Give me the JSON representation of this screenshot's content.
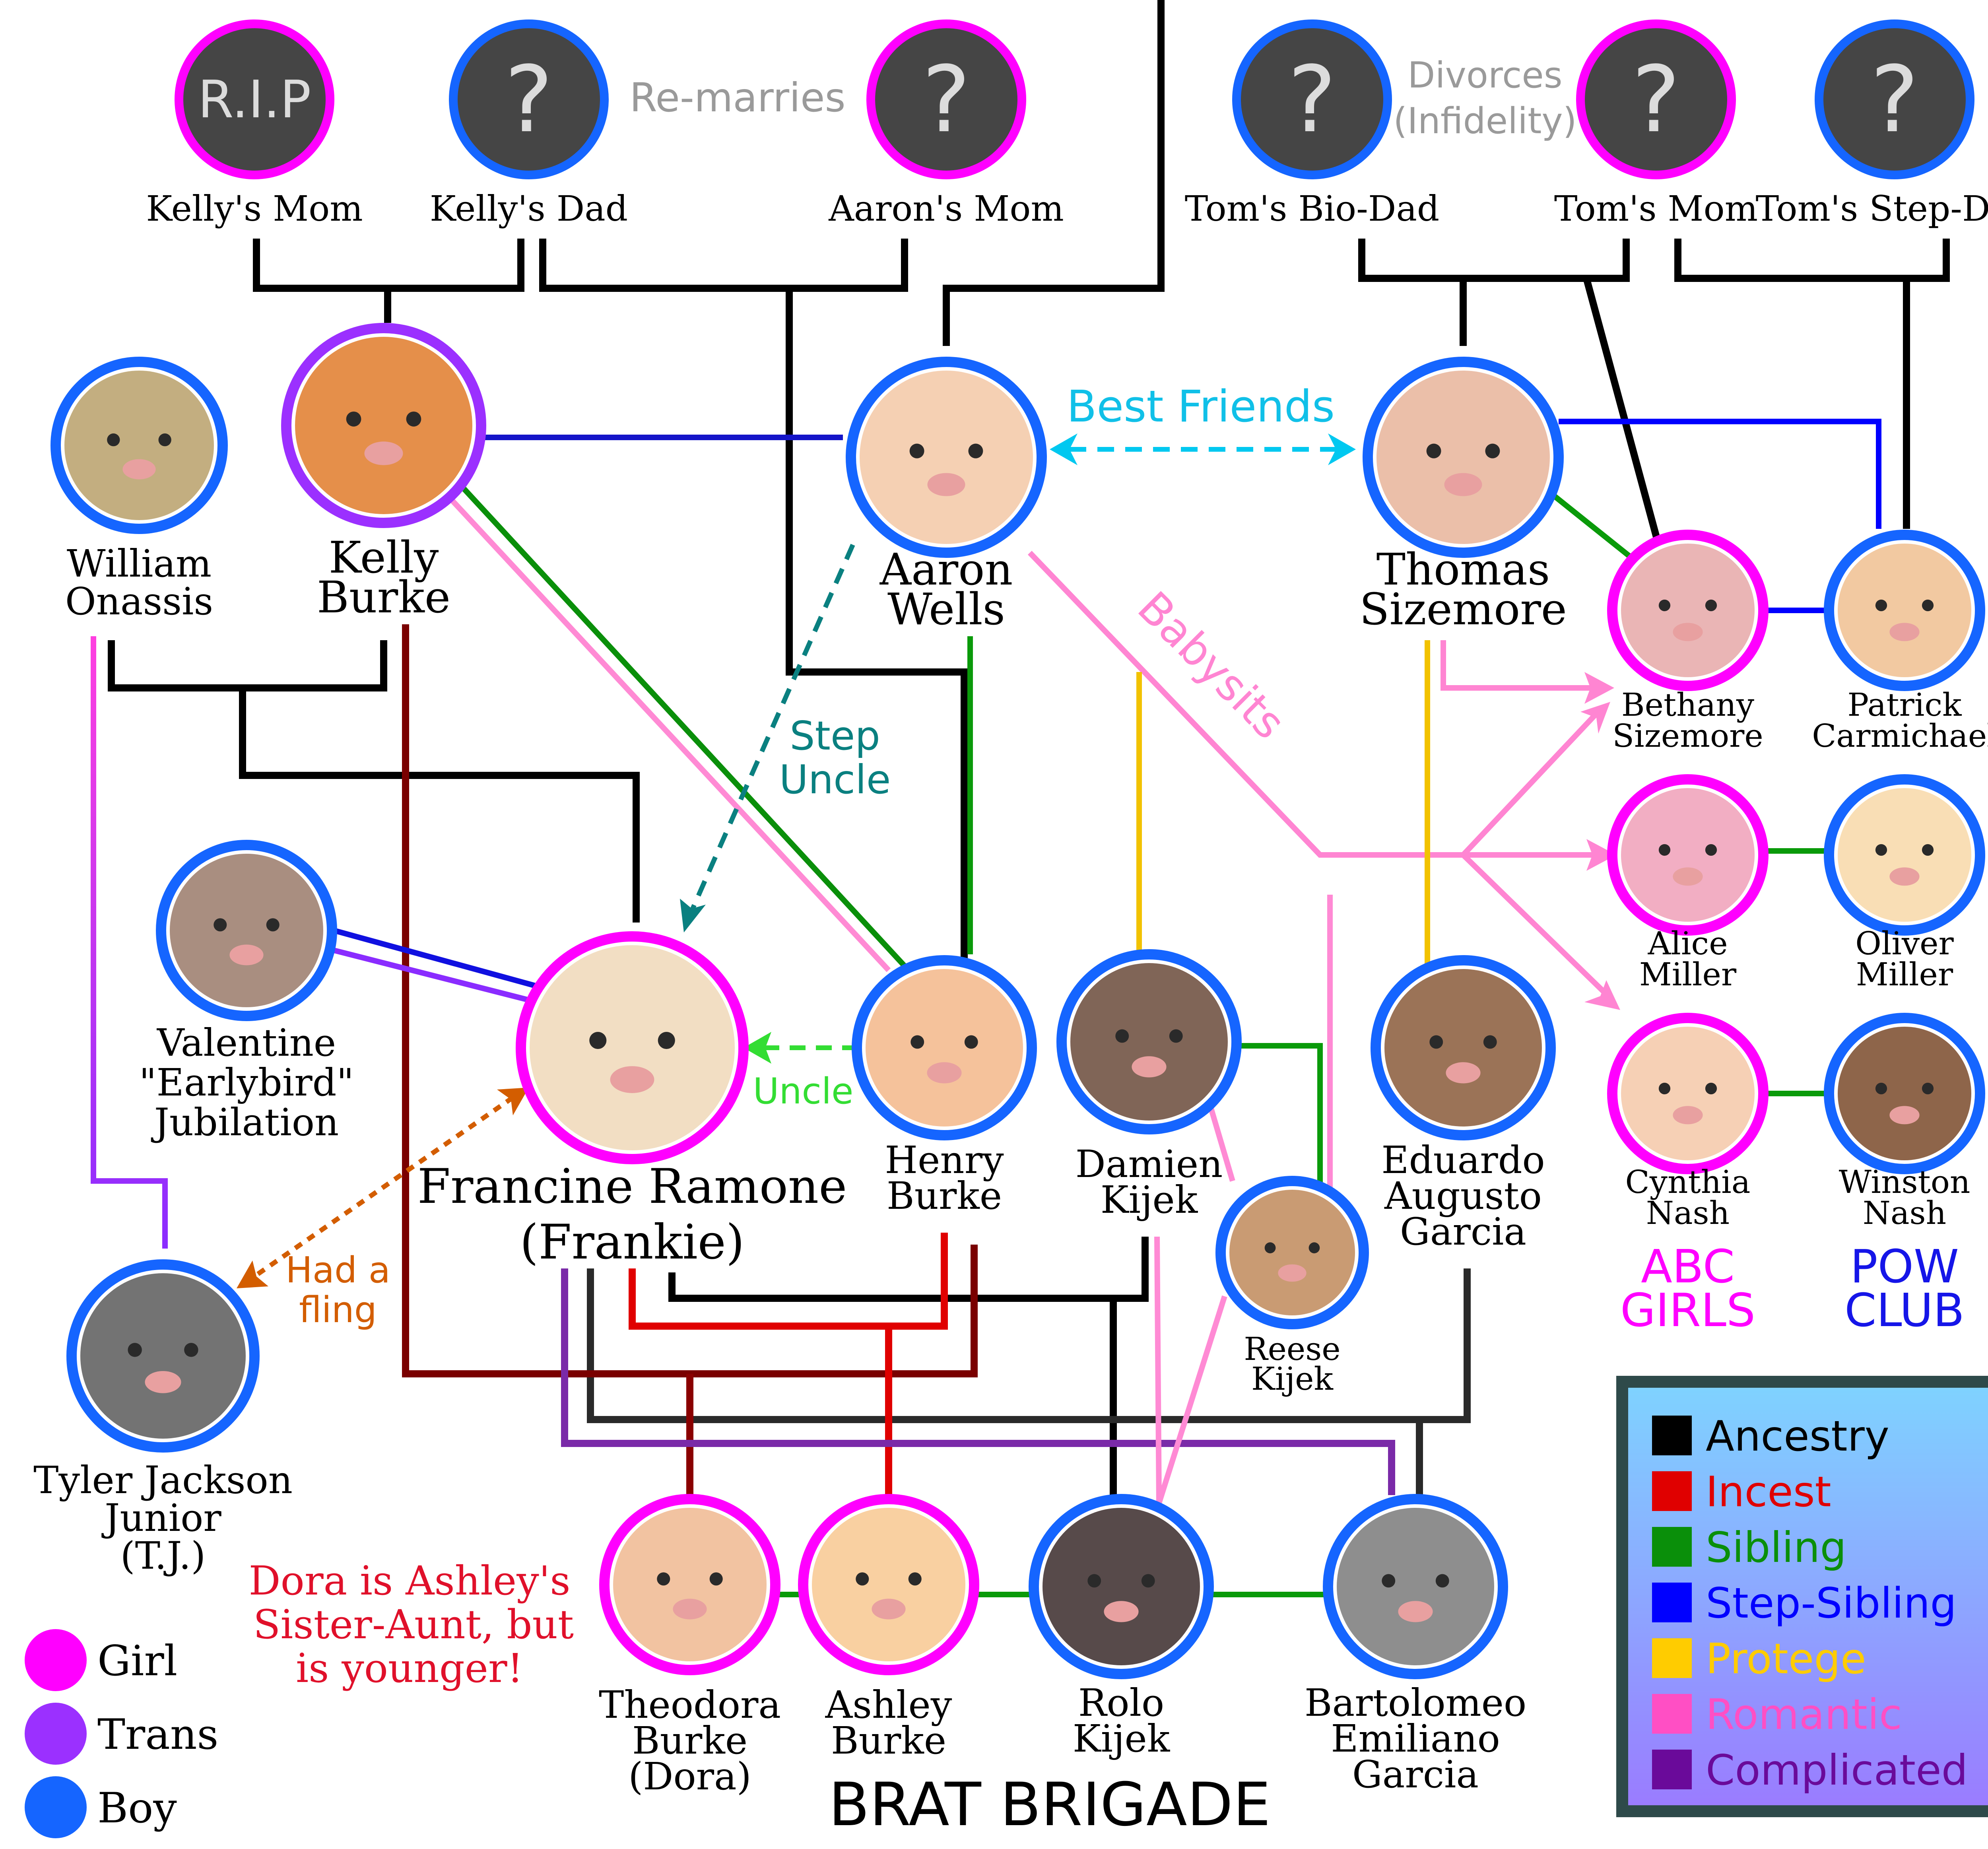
{
  "parents": [
    {
      "key": "kellys_mom",
      "label": "Kelly's Mom",
      "glyph": "R.I.P",
      "ring": "girl"
    },
    {
      "key": "kellys_dad",
      "label": "Kelly's Dad",
      "glyph": "?",
      "ring": "boy"
    },
    {
      "key": "aarons_mom",
      "label": "Aaron's Mom",
      "glyph": "?",
      "ring": "girl"
    },
    {
      "key": "toms_bio_dad",
      "label": "Tom's Bio-Dad",
      "glyph": "?",
      "ring": "boy"
    },
    {
      "key": "toms_mom",
      "label": "Tom's Mom",
      "glyph": "?",
      "ring": "girl"
    },
    {
      "key": "toms_step_dad",
      "label": "Tom's Step-Dad",
      "glyph": "?",
      "ring": "boy"
    }
  ],
  "people": [
    {
      "key": "william",
      "lines": [
        "William",
        "Onassis"
      ],
      "ring": "boy"
    },
    {
      "key": "kelly",
      "lines": [
        "Kelly",
        "Burke"
      ],
      "ring": "trans"
    },
    {
      "key": "aaron",
      "lines": [
        "Aaron",
        "Wells"
      ],
      "ring": "boy"
    },
    {
      "key": "thomas",
      "lines": [
        "Thomas",
        "Sizemore"
      ],
      "ring": "boy"
    },
    {
      "key": "bethany",
      "lines": [
        "Bethany",
        "Sizemore"
      ],
      "ring": "girl"
    },
    {
      "key": "patrick",
      "lines": [
        "Patrick",
        "Carmichael"
      ],
      "ring": "boy"
    },
    {
      "key": "alice",
      "lines": [
        "Alice",
        "Miller"
      ],
      "ring": "girl"
    },
    {
      "key": "oliver",
      "lines": [
        "Oliver",
        "Miller"
      ],
      "ring": "boy"
    },
    {
      "key": "cynthia",
      "lines": [
        "Cynthia",
        "Nash"
      ],
      "ring": "girl"
    },
    {
      "key": "winston",
      "lines": [
        "Winston",
        "Nash"
      ],
      "ring": "boy"
    },
    {
      "key": "valentine",
      "lines": [
        "Valentine",
        "\"Earlybird\"",
        "Jubilation"
      ],
      "ring": "boy"
    },
    {
      "key": "francine",
      "lines": [
        "Francine Ramone",
        "(Frankie)"
      ],
      "ring": "girl"
    },
    {
      "key": "henry",
      "lines": [
        "Henry",
        "Burke"
      ],
      "ring": "boy"
    },
    {
      "key": "damien",
      "lines": [
        "Damien",
        "Kijek"
      ],
      "ring": "boy"
    },
    {
      "key": "reese",
      "lines": [
        "Reese",
        "Kijek"
      ],
      "ring": "boy"
    },
    {
      "key": "eduardo",
      "lines": [
        "Eduardo",
        "Augusto",
        "Garcia"
      ],
      "ring": "boy"
    },
    {
      "key": "tyler",
      "lines": [
        "Tyler Jackson",
        "Junior",
        "(T.J.)"
      ],
      "ring": "boy"
    },
    {
      "key": "theodora",
      "lines": [
        "Theodora",
        "Burke",
        "(Dora)"
      ],
      "ring": "girl"
    },
    {
      "key": "ashley",
      "lines": [
        "Ashley",
        "Burke"
      ],
      "ring": "girl"
    },
    {
      "key": "rolo",
      "lines": [
        "Rolo",
        "Kijek"
      ],
      "ring": "boy"
    },
    {
      "key": "bartolomeo",
      "lines": [
        "Bartolomeo",
        "Emiliano",
        "Garcia"
      ],
      "ring": "boy"
    }
  ],
  "annotations": {
    "remarries": "Re-marries",
    "divorces": [
      "Divorces",
      "(Infidelity)"
    ],
    "best_friends": "Best Friends",
    "babysits": "Babysits",
    "step_uncle": [
      "Step",
      "Uncle"
    ],
    "uncle": "Uncle",
    "had_a_fling": [
      "Had a",
      "fling"
    ],
    "dora_note": [
      "Dora is Ashley's",
      "Sister-Aunt, but",
      "is younger!"
    ]
  },
  "groups": {
    "abc": [
      "ABC",
      "GIRLS"
    ],
    "pow": [
      "POW",
      "CLUB"
    ],
    "brat": "BRAT BRIGADE"
  },
  "gender_legend": [
    {
      "label": "Girl",
      "color": "#ff00ff"
    },
    {
      "label": "Trans",
      "color": "#9b30ff"
    },
    {
      "label": "Boy",
      "color": "#1565ff"
    }
  ],
  "relation_legend": [
    {
      "label": "Ancestry",
      "color": "#000000",
      "text_color": "#000000"
    },
    {
      "label": "Incest",
      "color": "#e00000",
      "text_color": "#e00000"
    },
    {
      "label": "Sibling",
      "color": "#0a8f0a",
      "text_color": "#0a8f0a"
    },
    {
      "label": "Step-Sibling",
      "color": "#0000ff",
      "text_color": "#0000ff"
    },
    {
      "label": "Protege",
      "color": "#ffcc00",
      "text_color": "#ffcc00"
    },
    {
      "label": "Romantic",
      "color": "#ff4fc4",
      "text_color": "#ff4fc4"
    },
    {
      "label": "Complicated",
      "color": "#6a0a9a",
      "text_color": "#6a0a9a"
    }
  ]
}
